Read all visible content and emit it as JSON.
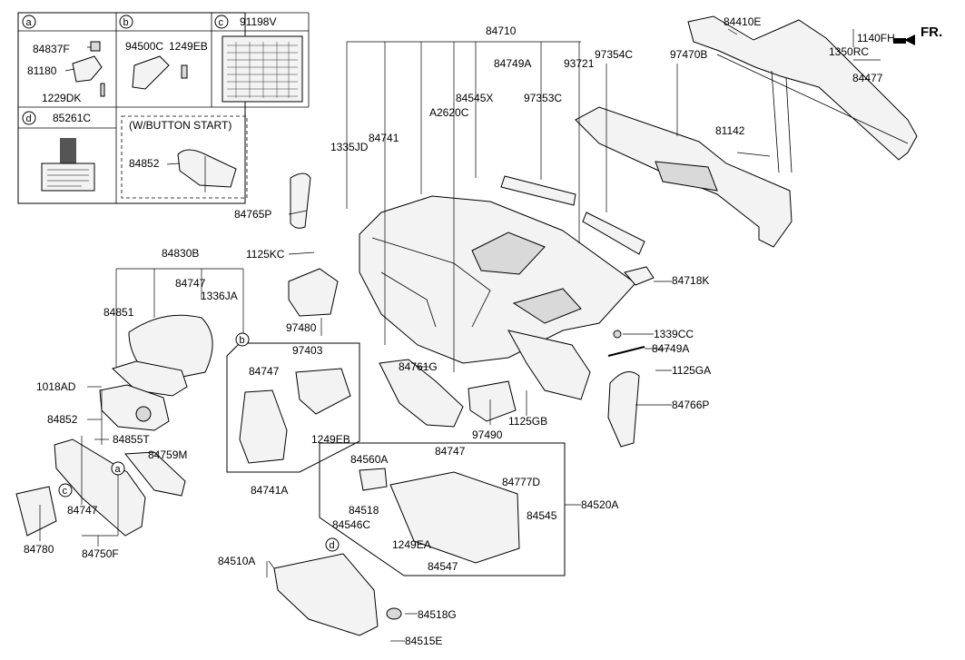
{
  "direction_label": "FR.",
  "inset_boxes": {
    "a": {
      "letter": "a",
      "parts": [
        "84837F",
        "81180",
        "1229DK"
      ]
    },
    "b": {
      "letter": "b",
      "parts": [
        "94500C",
        "1249EB"
      ]
    },
    "c": {
      "letter": "c",
      "part": "91198V"
    },
    "d": {
      "letter": "d",
      "part": "85261C"
    },
    "button_start": {
      "title": "(W/BUTTON START)",
      "part": "84852"
    }
  },
  "callouts": [
    "a",
    "b",
    "c",
    "d"
  ],
  "part_labels": [
    "84710",
    "84749A",
    "93721",
    "97354C",
    "97470B",
    "84410E",
    "1140FH",
    "1350RC",
    "84477",
    "84545X",
    "97353C",
    "A2620C",
    "1335JD",
    "84741",
    "81142",
    "84765P",
    "1125KC",
    "84830B",
    "84747",
    "1336JA",
    "84851",
    "97480",
    "84718K",
    "1339CC",
    "84749A",
    "1125GA",
    "84766P",
    "97403",
    "84747",
    "84761G",
    "1018AD",
    "84852",
    "84855T",
    "1249EB",
    "97490",
    "1125GB",
    "84759M",
    "84747",
    "84780",
    "84750F",
    "84741A",
    "84560A",
    "84747",
    "84777D",
    "84520A",
    "84518",
    "84546C",
    "84545",
    "1249EA",
    "84547",
    "84510A",
    "84518G",
    "84515E"
  ]
}
